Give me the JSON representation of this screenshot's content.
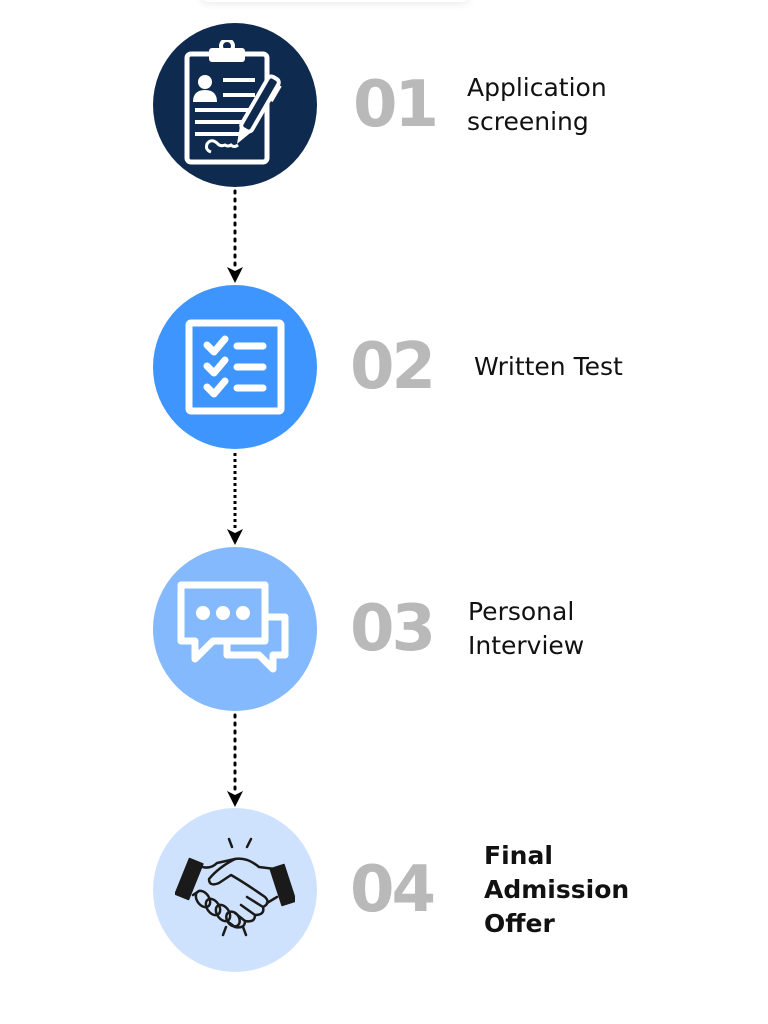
{
  "diagram": {
    "type": "vertical-process-flow",
    "steps": [
      {
        "number": "01",
        "title_lines": [
          "Application",
          "screening"
        ],
        "icon": "clipboard-signature-icon",
        "circle_color": "#0f2a4f",
        "bold": false
      },
      {
        "number": "02",
        "title_lines": [
          "Written Test"
        ],
        "icon": "checklist-icon",
        "circle_color": "#3f95fe",
        "bold": false
      },
      {
        "number": "03",
        "title_lines": [
          "Personal",
          "Interview"
        ],
        "icon": "chat-bubbles-icon",
        "circle_color": "#84b9fd",
        "bold": false
      },
      {
        "number": "04",
        "title_lines": [
          "Final",
          "Admission",
          "Offer"
        ],
        "icon": "handshake-icon",
        "circle_color": "#cfe2fd",
        "bold": true
      }
    ],
    "connector_style": "dotted-arrow-down",
    "number_color": "#b9b9b9",
    "text_color": "#111111"
  }
}
